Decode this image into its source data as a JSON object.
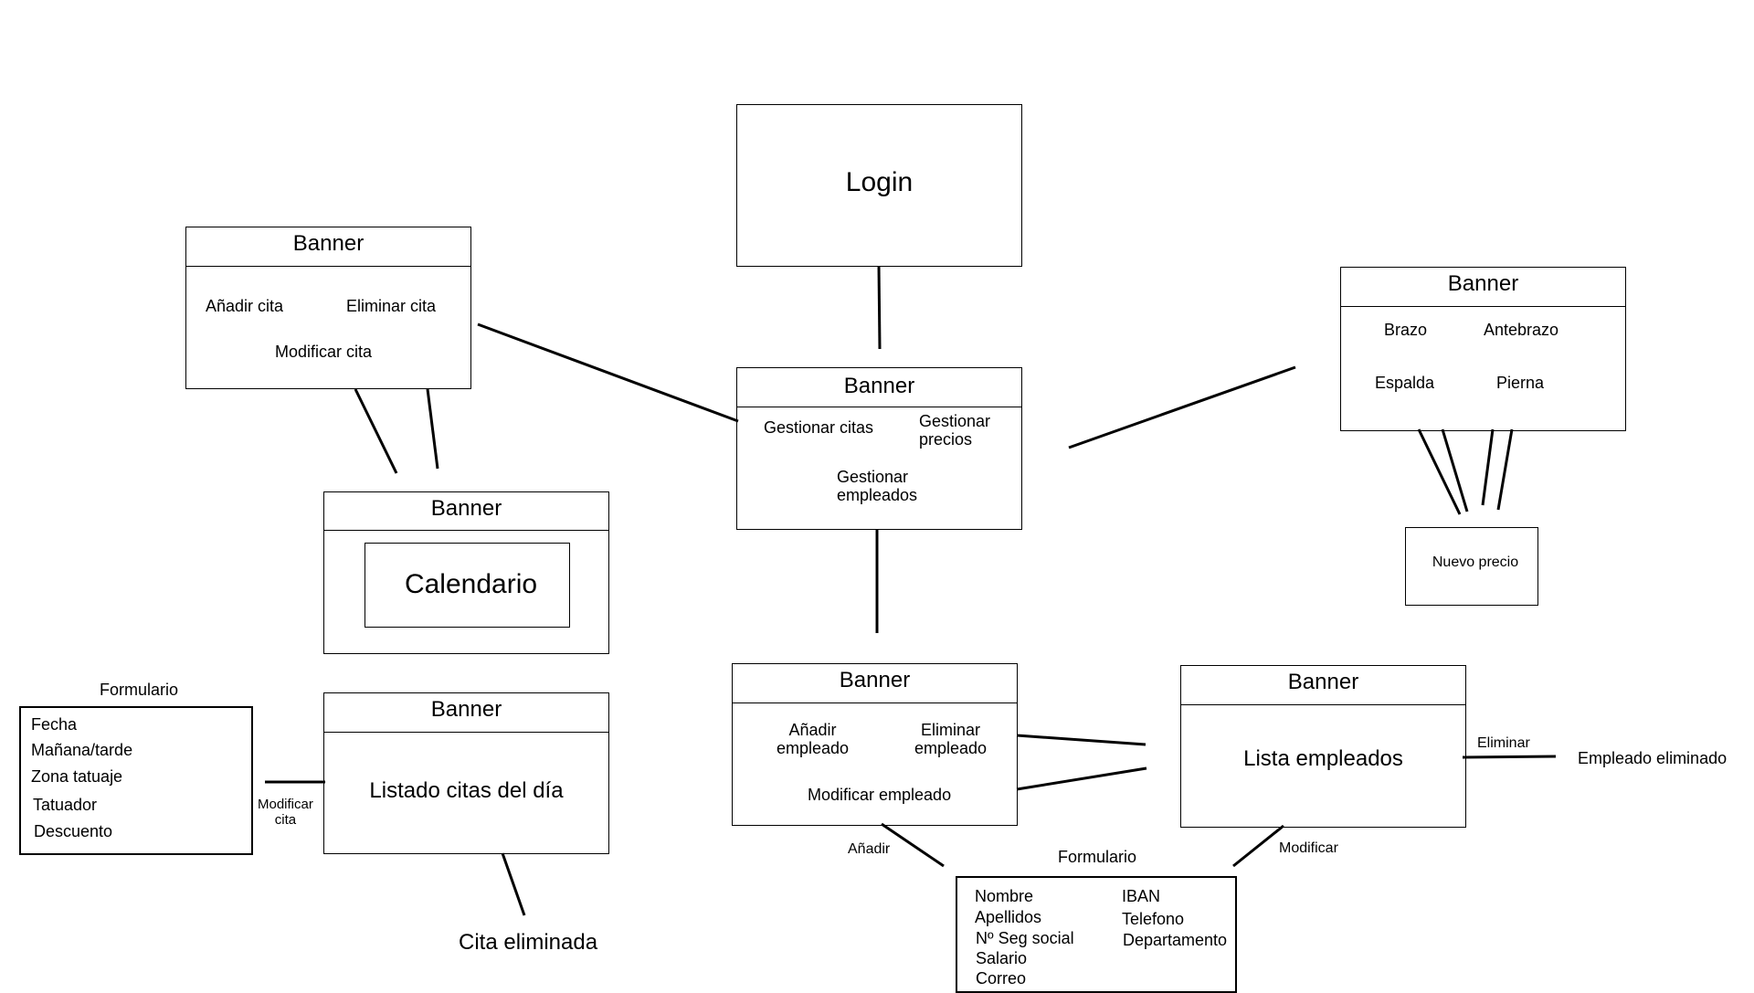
{
  "login": {
    "label": "Login"
  },
  "main": {
    "banner": "Banner",
    "citas": "Gestionar citas",
    "precios": "Gestionar\nprecios",
    "empleados": "Gestionar\nempleados"
  },
  "citas_menu": {
    "banner": "Banner",
    "anadir": "Añadir cita",
    "eliminar": "Eliminar cita",
    "modificar": "Modificar cita"
  },
  "calendar": {
    "banner": "Banner",
    "label": "Calendario"
  },
  "listado": {
    "banner": "Banner",
    "label": "Listado citas del día",
    "modify_edge": "Modificar\ncita",
    "deleted": "Cita eliminada"
  },
  "form_cita": {
    "title": "Formulario",
    "fields": [
      "Fecha",
      "Mañana/tarde",
      "Zona tatuaje",
      "Tatuador",
      "Descuento"
    ]
  },
  "precios_menu": {
    "banner": "Banner",
    "items": [
      "Brazo",
      "Antebrazo",
      "Espalda",
      "Pierna"
    ],
    "nuevo": "Nuevo precio"
  },
  "empleados_menu": {
    "banner": "Banner",
    "anadir": "Añadir\nempleado",
    "eliminar": "Eliminar\nempleado",
    "modificar": "Modificar empleado"
  },
  "lista": {
    "banner": "Banner",
    "label": "Lista empleados",
    "eliminar_edge": "Eliminar",
    "eliminado": "Empleado eliminado"
  },
  "form_empleado": {
    "title": "Formulario",
    "anadir_edge": "Añadir",
    "modificar_edge": "Modificar",
    "left": [
      "Nombre",
      "Apellidos",
      "Nº Seg social",
      "Salario",
      "Correo"
    ],
    "right": [
      "IBAN",
      "Telefono",
      "Departamento"
    ]
  }
}
